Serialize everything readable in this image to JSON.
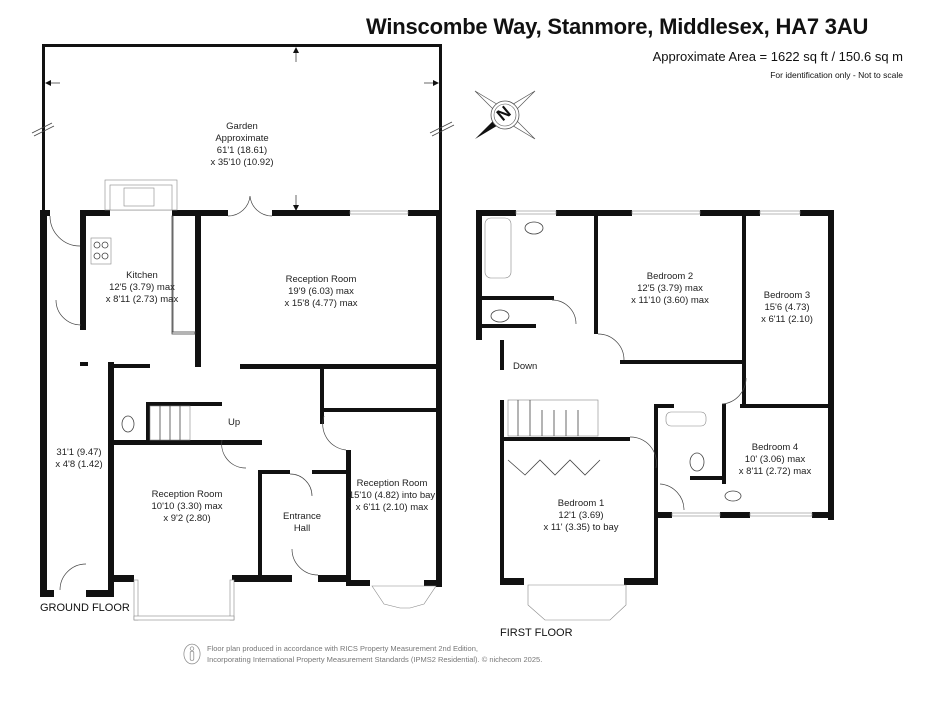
{
  "header": {
    "title": "Winscombe Way, Stanmore, Middlesex, HA7 3AU",
    "area": "Approximate Area = 1622 sq ft / 150.6 sq m",
    "note": "For identification only - Not to scale"
  },
  "compass": {
    "label": "N"
  },
  "ground_floor": {
    "label": "GROUND FLOOR",
    "rooms": {
      "garden": {
        "name": "Garden",
        "line2": "Approximate",
        "dim1": "61'1 (18.61)",
        "dim2": "x 35'10 (10.92)"
      },
      "kitchen": {
        "name": "Kitchen",
        "dim1": "12'5 (3.79) max",
        "dim2": "x 8'11 (2.73) max"
      },
      "reception_rear": {
        "name": "Reception Room",
        "dim1": "19'9 (6.03) max",
        "dim2": "x 15'8 (4.77) max"
      },
      "side_passage": {
        "dim1": "31'1 (9.47)",
        "dim2": "x 4'8 (1.42)"
      },
      "reception_front_left": {
        "name": "Reception Room",
        "dim1": "10'10 (3.30) max",
        "dim2": "x 9'2 (2.80)"
      },
      "entrance_hall": {
        "name": "Entrance",
        "line2": "Hall"
      },
      "reception_front_right": {
        "name": "Reception Room",
        "dim1": "15'10 (4.82) into bay",
        "dim2": "x 6'11 (2.10) max"
      },
      "stairs": {
        "label": "Up"
      }
    }
  },
  "first_floor": {
    "label": "FIRST FLOOR",
    "rooms": {
      "bedroom2": {
        "name": "Bedroom 2",
        "dim1": "12'5 (3.79) max",
        "dim2": "x 11'10 (3.60) max"
      },
      "bedroom3": {
        "name": "Bedroom 3",
        "dim1": "15'6 (4.73)",
        "dim2": "x 6'11 (2.10)"
      },
      "bedroom4": {
        "name": "Bedroom 4",
        "dim1": "10' (3.06) max",
        "dim2": "x 8'11 (2.72) max"
      },
      "bedroom1": {
        "name": "Bedroom 1",
        "dim1": "12'1 (3.69)",
        "dim2": "x 11' (3.35) to bay"
      },
      "stairs": {
        "label": "Down"
      }
    }
  },
  "footer": {
    "line1": "Floor plan produced in accordance with RICS Property Measurement 2nd Edition,",
    "line2": "Incorporating International Property Measurement Standards (IPMS2 Residential).   © nichecom 2025."
  }
}
